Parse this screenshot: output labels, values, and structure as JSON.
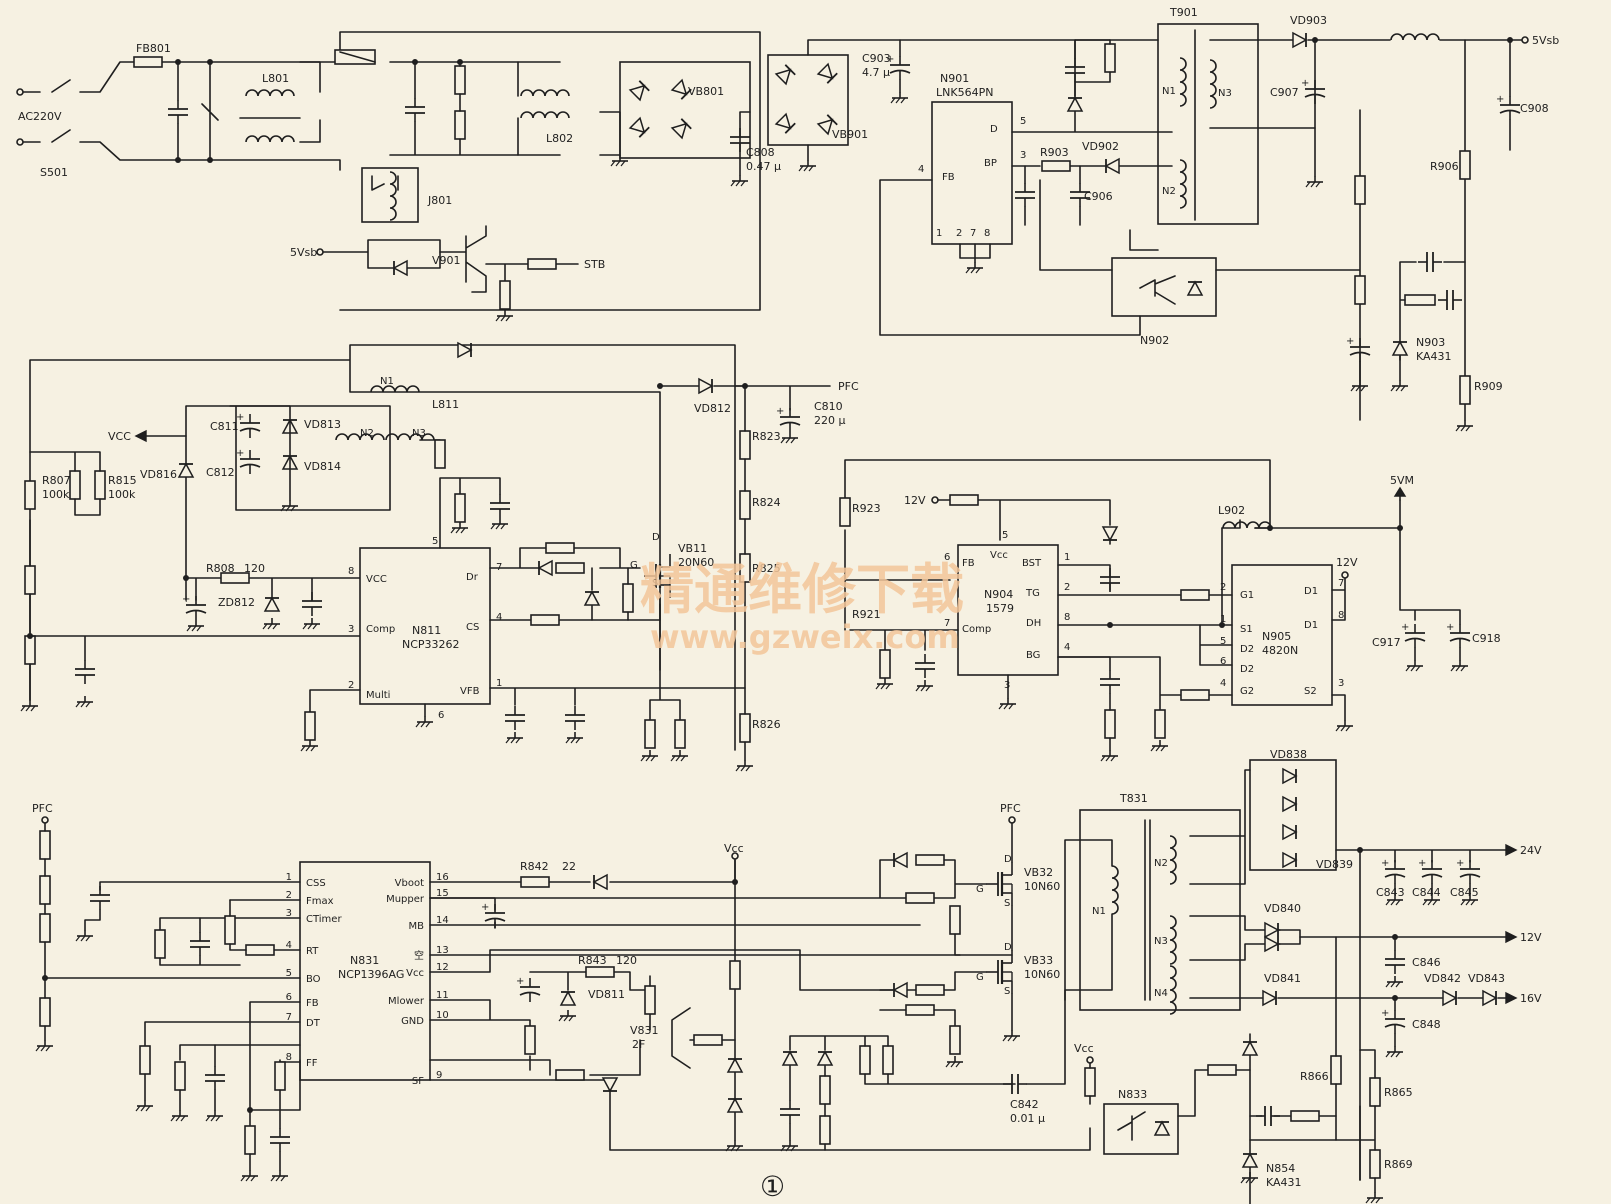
{
  "labels": {
    "ac220v": "AC220V",
    "s501": "S501",
    "fb801": "FB801",
    "l801": "L801",
    "l802": "L802",
    "j801": "J801",
    "vb801": "VB801",
    "c808": "C808",
    "c808_val": "0.47 μ",
    "v5sb_in": "5Vsb",
    "v901": "V901",
    "stb": "STB",
    "vb901": "VB901",
    "c903": "C903",
    "c903_val": "4.7 μ",
    "n901": "N901",
    "n901_part": "LNK564PN",
    "t901": "T901",
    "vd903": "VD903",
    "out_5vsb": "5Vsb",
    "c907": "C907",
    "c908": "C908",
    "r906": "R906",
    "r903": "R903",
    "vd902": "VD902",
    "c906": "C906",
    "n902": "N902",
    "n903": "N903",
    "n903_part": "KA431",
    "r909": "R909",
    "pfc_out": "PFC",
    "l811": "L811",
    "vd812": "VD812",
    "c810": "C810",
    "c810_val": "220 μ",
    "vcc_arrow": "VCC",
    "c811": "C811",
    "vd813": "VD813",
    "vd814": "VD814",
    "vd816": "VD816",
    "c812": "C812",
    "r807": "R807",
    "r807_val": "100k",
    "r815": "R815",
    "r815_val": "100k",
    "r808": "R808",
    "r808_val": "120",
    "zd812": "ZD812",
    "n811": "N811",
    "n811_part": "NCP33262",
    "vb11": "VB11",
    "vb11_part": "20N60",
    "r823": "R823",
    "r824": "R824",
    "r825": "R825",
    "r826": "R826",
    "r923": "R923",
    "v12_in": "12V",
    "r921": "R921",
    "n904": "N904",
    "n904_part": "1579",
    "l902": "L902",
    "v5vm": "5VM",
    "n905": "N905",
    "n905_part": "4820N",
    "v12_top": "12V",
    "c917": "C917",
    "c918": "C918",
    "pfc_left": "PFC",
    "r842": "R842",
    "r842_val": "22",
    "vcc_top": "Vcc",
    "pfc_mid": "PFC",
    "vb32": "VB32",
    "vb32_part": "10N60",
    "vb33": "VB33",
    "vb33_part": "10N60",
    "t831": "T831",
    "n831": "N831",
    "n831_part": "NCP1396AG",
    "r843": "R843",
    "r843_val": "120",
    "vd811": "VD811",
    "v831": "V831",
    "v831_part": "2F",
    "c842": "C842",
    "c842_val": "0.01 μ",
    "vcc_bot": "Vcc",
    "n833": "N833",
    "n854": "N854",
    "n854_part": "KA431",
    "vd838": "VD838",
    "vd839": "VD839",
    "vd840": "VD840",
    "vd841": "VD841",
    "vd842": "VD842",
    "vd843": "VD843",
    "out_24v": "24V",
    "out_12v": "12V",
    "out_16v": "16V",
    "c843": "C843",
    "c844": "C844",
    "c845": "C845",
    "c846": "C846",
    "c848": "C848",
    "r866": "R866",
    "r865": "R865",
    "r869": "R869",
    "wm_cn": "精通维修下载",
    "wm_url": "www.gzweix.com",
    "figure": "①"
  },
  "pins": {
    "n901": {
      "d": "D",
      "bp": "BP",
      "fb": "FB",
      "p5": "5",
      "p3": "3",
      "p4": "4",
      "p1": "1",
      "p2": "2",
      "p7": "7",
      "p8": "8"
    },
    "n811": {
      "vcc": "VCC",
      "comp": "Comp",
      "multi": "Multi",
      "dr": "Dr",
      "cs": "CS",
      "vfb": "VFB",
      "p8": "8",
      "p3": "3",
      "p2": "2",
      "p5": "5",
      "p7": "7",
      "p4": "4",
      "p1": "1",
      "p6": "6"
    },
    "n904": {
      "vcc": "Vcc",
      "fb": "FB",
      "comp": "Comp",
      "bst": "BST",
      "tg": "TG",
      "dh": "DH",
      "bg": "BG",
      "p5": "5",
      "p6": "6",
      "p7": "7",
      "p1": "1",
      "p2": "2",
      "p8": "8",
      "p4": "4",
      "p3": "3"
    },
    "n905": {
      "g1": "G1",
      "s1": "S1",
      "d2a": "D2",
      "d2b": "D2",
      "g2": "G2",
      "d1a": "D1",
      "d1b": "D1",
      "s2": "S2",
      "p2": "2",
      "p1": "1",
      "p5": "5",
      "p6": "6",
      "p4": "4",
      "p7": "7",
      "p8": "8",
      "p3": "3"
    },
    "n831": {
      "left": [
        {
          "n": "1",
          "name": "CSS"
        },
        {
          "n": "2",
          "name": "Fmax"
        },
        {
          "n": "3",
          "name": "CTimer"
        },
        {
          "n": "4",
          "name": "RT"
        },
        {
          "n": "5",
          "name": "BO"
        },
        {
          "n": "6",
          "name": "FB"
        },
        {
          "n": "7",
          "name": "DT"
        },
        {
          "n": "8",
          "name": "FF"
        }
      ],
      "right": [
        {
          "n": "16",
          "name": "Vboot"
        },
        {
          "n": "15",
          "name": "Mupper"
        },
        {
          "n": "14",
          "name": "MB"
        },
        {
          "n": "13",
          "name": "空"
        },
        {
          "n": "12",
          "name": "Vcc"
        },
        {
          "n": "11",
          "name": "Mlower"
        },
        {
          "n": "10",
          "name": "GND"
        },
        {
          "n": "9",
          "name": "SF"
        }
      ]
    },
    "vb": {
      "d": "D",
      "g": "G",
      "s": "S"
    },
    "t831": {
      "n1": "N1",
      "n2": "N2",
      "n3": "N3",
      "n4": "N4"
    },
    "t901": {
      "n1": "N1",
      "n2": "N2",
      "n3": "N3"
    },
    "l811": {
      "n1": "N1",
      "n2": "N2",
      "n3": "N3"
    }
  }
}
